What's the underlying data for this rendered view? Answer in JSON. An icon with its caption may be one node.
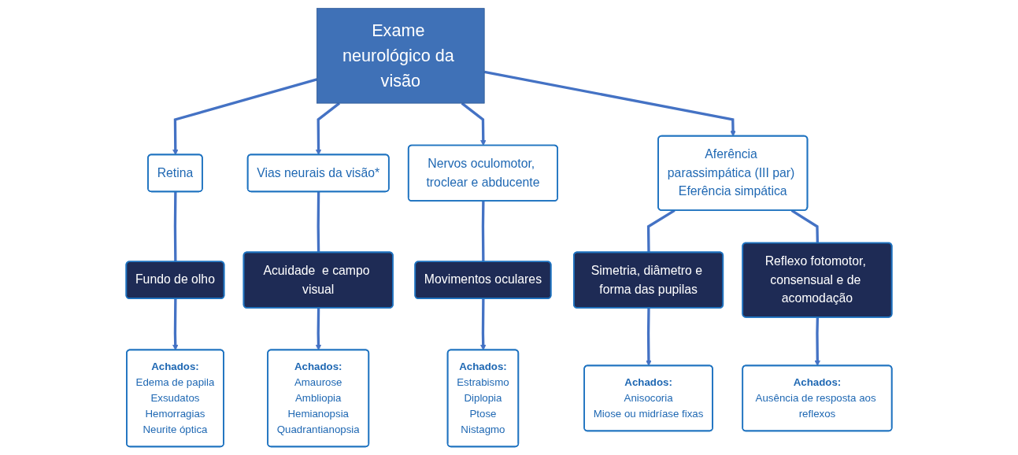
{
  "diagram": {
    "nodes": [
      {
        "text": [
          "Exame neurológico da visão"
        ]
      },
      {
        "text": [
          "Retina"
        ]
      },
      {
        "text": [
          "Vias  neurais da visão*"
        ]
      },
      {
        "text": [
          "Nervos oculomotor, troclear e abducente"
        ]
      },
      {
        "text": [
          "Aferência parassimpática (III par) Eferência simpática"
        ]
      },
      {
        "text": [
          "Fundo de olho"
        ]
      },
      {
        "text": [
          "Acuidade  e campo visual"
        ]
      },
      {
        "text": [
          "Movimentos oculares"
        ]
      },
      {
        "text": [
          "Simetria, diâmetro e forma das pupilas"
        ]
      },
      {
        "text": [
          "Reflexo fotomotor, consensual e de acomodação"
        ]
      },
      {
        "text": [
          "Achados:",
          "Edema de papila",
          "Exsudatos",
          "Hemorragias",
          "Neurite óptica"
        ]
      },
      {
        "text": [
          "Achados:",
          "Amaurose",
          "Ambliopia",
          "Hemianopsia",
          "Quadrantianopsia"
        ]
      },
      {
        "text": [
          "Achados:",
          "Estrabismo",
          "Diplopia",
          "Ptose",
          "Nistagmo"
        ]
      },
      {
        "text": [
          "Achados:",
          "Anisocoria",
          "Miose ou midríase fixas"
        ]
      },
      {
        "text": [
          "Achados:",
          "Ausência de resposta aos reflexos"
        ]
      }
    ],
    "edges": [
      {
        "from": 0,
        "to": 1,
        "arrow": "to"
      },
      {
        "from": 0,
        "to": 2,
        "arrow": "to"
      },
      {
        "from": 0,
        "to": 3,
        "arrow": "to"
      },
      {
        "from": 0,
        "to": 4,
        "arrow": "to"
      },
      {
        "from": 1,
        "to": 5,
        "arrow": "none"
      },
      {
        "from": 2,
        "to": 6,
        "arrow": "none"
      },
      {
        "from": 3,
        "to": 7,
        "arrow": "none"
      },
      {
        "from": 4,
        "to": 8,
        "arrow": "none"
      },
      {
        "from": 4,
        "to": 9,
        "arrow": "none"
      },
      {
        "from": 5,
        "to": 10,
        "arrow": "to"
      },
      {
        "from": 6,
        "to": 11,
        "arrow": "to"
      },
      {
        "from": 7,
        "to": 12,
        "arrow": "to"
      },
      {
        "from": 8,
        "to": 13,
        "arrow": "to"
      },
      {
        "from": 9,
        "to": 14,
        "arrow": "to"
      }
    ]
  }
}
